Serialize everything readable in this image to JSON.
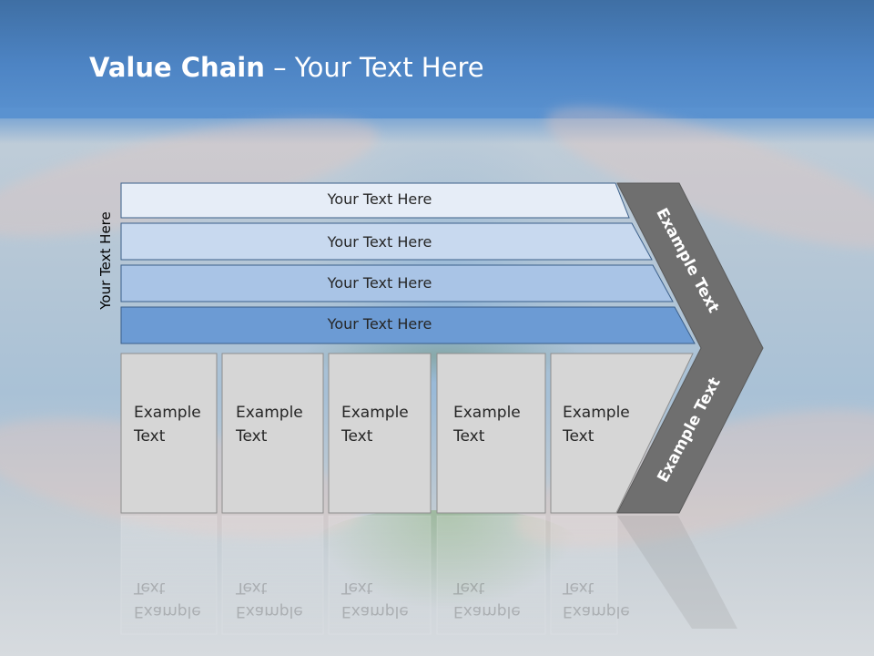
{
  "title": {
    "bold": "Value Chain",
    "rest": " – Your Text Here"
  },
  "side_label": "Your Text Here",
  "rows": [
    {
      "label": "Your Text Here",
      "fill": "#e6edf7"
    },
    {
      "label": "Your Text Here",
      "fill": "#c8d9ef"
    },
    {
      "label": "Your Text Here",
      "fill": "#a9c4e6"
    },
    {
      "label": "Your Text Here",
      "fill": "#6c9bd4"
    }
  ],
  "boxes": [
    {
      "label": "Example\nText"
    },
    {
      "label": "Example\nText"
    },
    {
      "label": "Example\nText"
    },
    {
      "label": "Example\nText"
    },
    {
      "label": "Example\nText"
    }
  ],
  "chevron": {
    "top_label": "Example Text",
    "bottom_label": "Example Text",
    "fill": "#6f6f6f"
  },
  "colors": {
    "box_fill": "#d6d6d6",
    "row_border": "#3b5f8a",
    "title_bar": "#4d84c4"
  }
}
